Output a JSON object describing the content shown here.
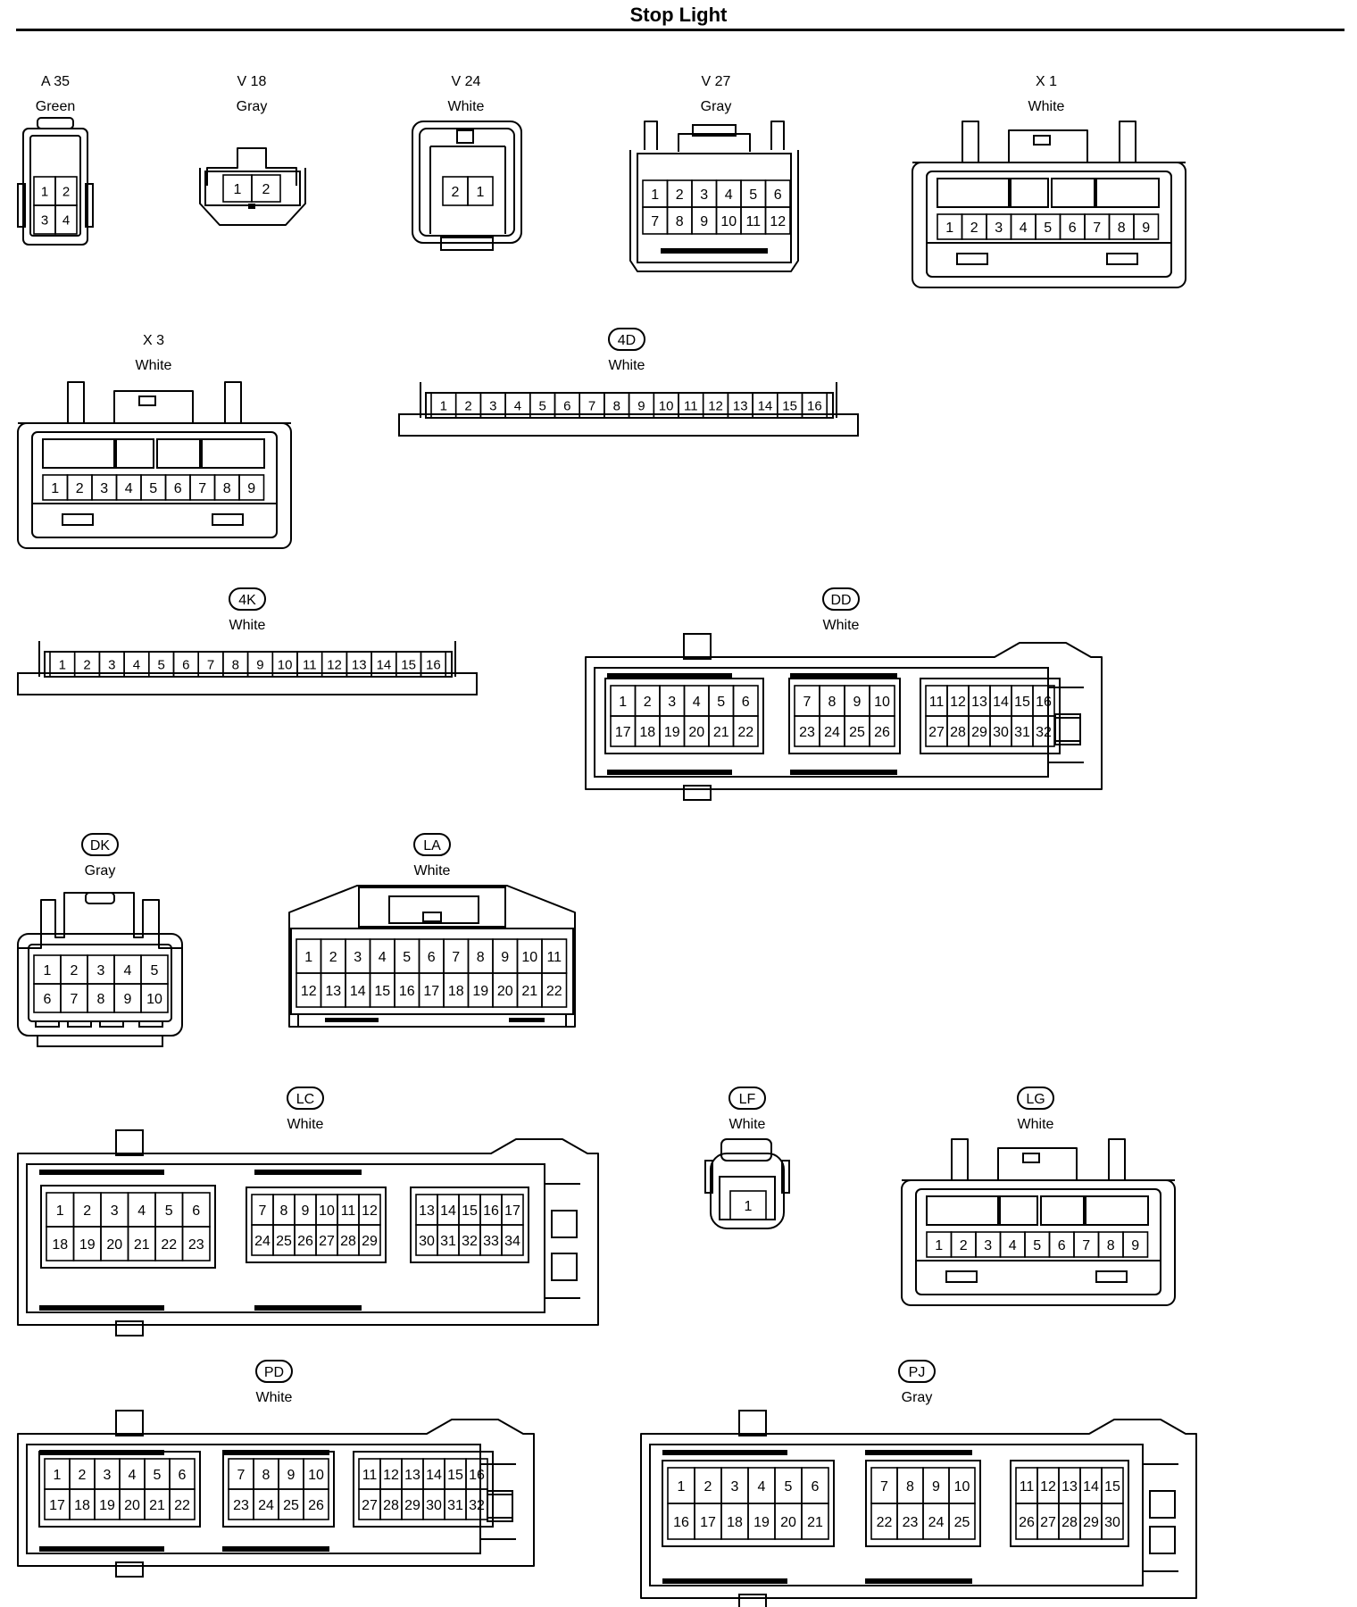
{
  "title": "Stop Light",
  "connectors": [
    {
      "id": "A 35",
      "color": "Green",
      "boxed": false,
      "pins": [
        "1",
        "2",
        "3",
        "4"
      ]
    },
    {
      "id": "V 18",
      "color": "Gray",
      "boxed": false,
      "pins": [
        "1",
        "2"
      ]
    },
    {
      "id": "V 24",
      "color": "White",
      "boxed": false,
      "pins": [
        "2",
        "1"
      ]
    },
    {
      "id": "V 27",
      "color": "Gray",
      "boxed": false,
      "pins": [
        "1",
        "2",
        "3",
        "4",
        "5",
        "6",
        "7",
        "8",
        "9",
        "10",
        "11",
        "12"
      ]
    },
    {
      "id": "X 1",
      "color": "White",
      "boxed": false,
      "pins": [
        "1",
        "2",
        "3",
        "4",
        "5",
        "6",
        "7",
        "8",
        "9"
      ]
    },
    {
      "id": "X 3",
      "color": "White",
      "boxed": false,
      "pins": [
        "1",
        "2",
        "3",
        "4",
        "5",
        "6",
        "7",
        "8",
        "9"
      ]
    },
    {
      "id": "4D",
      "color": "White",
      "boxed": true,
      "pins": [
        "1",
        "2",
        "3",
        "4",
        "5",
        "6",
        "7",
        "8",
        "9",
        "10",
        "11",
        "12",
        "13",
        "14",
        "15",
        "16"
      ]
    },
    {
      "id": "4K",
      "color": "White",
      "boxed": true,
      "pins": [
        "1",
        "2",
        "3",
        "4",
        "5",
        "6",
        "7",
        "8",
        "9",
        "10",
        "11",
        "12",
        "13",
        "14",
        "15",
        "16"
      ]
    },
    {
      "id": "DD",
      "color": "White",
      "boxed": true,
      "pins": [
        "1",
        "2",
        "3",
        "4",
        "5",
        "6",
        "17",
        "18",
        "19",
        "20",
        "21",
        "22",
        "7",
        "8",
        "9",
        "10",
        "23",
        "24",
        "25",
        "26",
        "11",
        "12",
        "13",
        "14",
        "15",
        "16",
        "27",
        "28",
        "29",
        "30",
        "31",
        "32"
      ]
    },
    {
      "id": "DK",
      "color": "Gray",
      "boxed": true,
      "pins": [
        "1",
        "2",
        "3",
        "4",
        "5",
        "6",
        "7",
        "8",
        "9",
        "10"
      ]
    },
    {
      "id": "LA",
      "color": "White",
      "boxed": true,
      "pins": [
        "1",
        "2",
        "3",
        "4",
        "5",
        "6",
        "7",
        "8",
        "9",
        "10",
        "11",
        "12",
        "13",
        "14",
        "15",
        "16",
        "17",
        "18",
        "19",
        "20",
        "21",
        "22"
      ]
    },
    {
      "id": "LC",
      "color": "White",
      "boxed": true,
      "pins": [
        "1",
        "2",
        "3",
        "4",
        "5",
        "6",
        "18",
        "19",
        "20",
        "21",
        "22",
        "23",
        "7",
        "8",
        "9",
        "10",
        "11",
        "12",
        "24",
        "25",
        "26",
        "27",
        "28",
        "29",
        "13",
        "14",
        "15",
        "16",
        "17",
        "30",
        "31",
        "32",
        "33",
        "34"
      ]
    },
    {
      "id": "LF",
      "color": "White",
      "boxed": true,
      "pins": [
        "1"
      ]
    },
    {
      "id": "LG",
      "color": "White",
      "boxed": true,
      "pins": [
        "1",
        "2",
        "3",
        "4",
        "5",
        "6",
        "7",
        "8",
        "9"
      ]
    },
    {
      "id": "PD",
      "color": "White",
      "boxed": true,
      "pins": [
        "1",
        "2",
        "3",
        "4",
        "5",
        "6",
        "17",
        "18",
        "19",
        "20",
        "21",
        "22",
        "7",
        "8",
        "9",
        "10",
        "23",
        "24",
        "25",
        "26",
        "11",
        "12",
        "13",
        "14",
        "15",
        "16",
        "27",
        "28",
        "29",
        "30",
        "31",
        "32"
      ]
    },
    {
      "id": "PJ",
      "color": "Gray",
      "boxed": true,
      "pins": [
        "1",
        "2",
        "3",
        "4",
        "5",
        "6",
        "16",
        "17",
        "18",
        "19",
        "20",
        "21",
        "7",
        "8",
        "9",
        "10",
        "22",
        "23",
        "24",
        "25",
        "11",
        "12",
        "13",
        "14",
        "15",
        "26",
        "27",
        "28",
        "29",
        "30"
      ]
    }
  ]
}
